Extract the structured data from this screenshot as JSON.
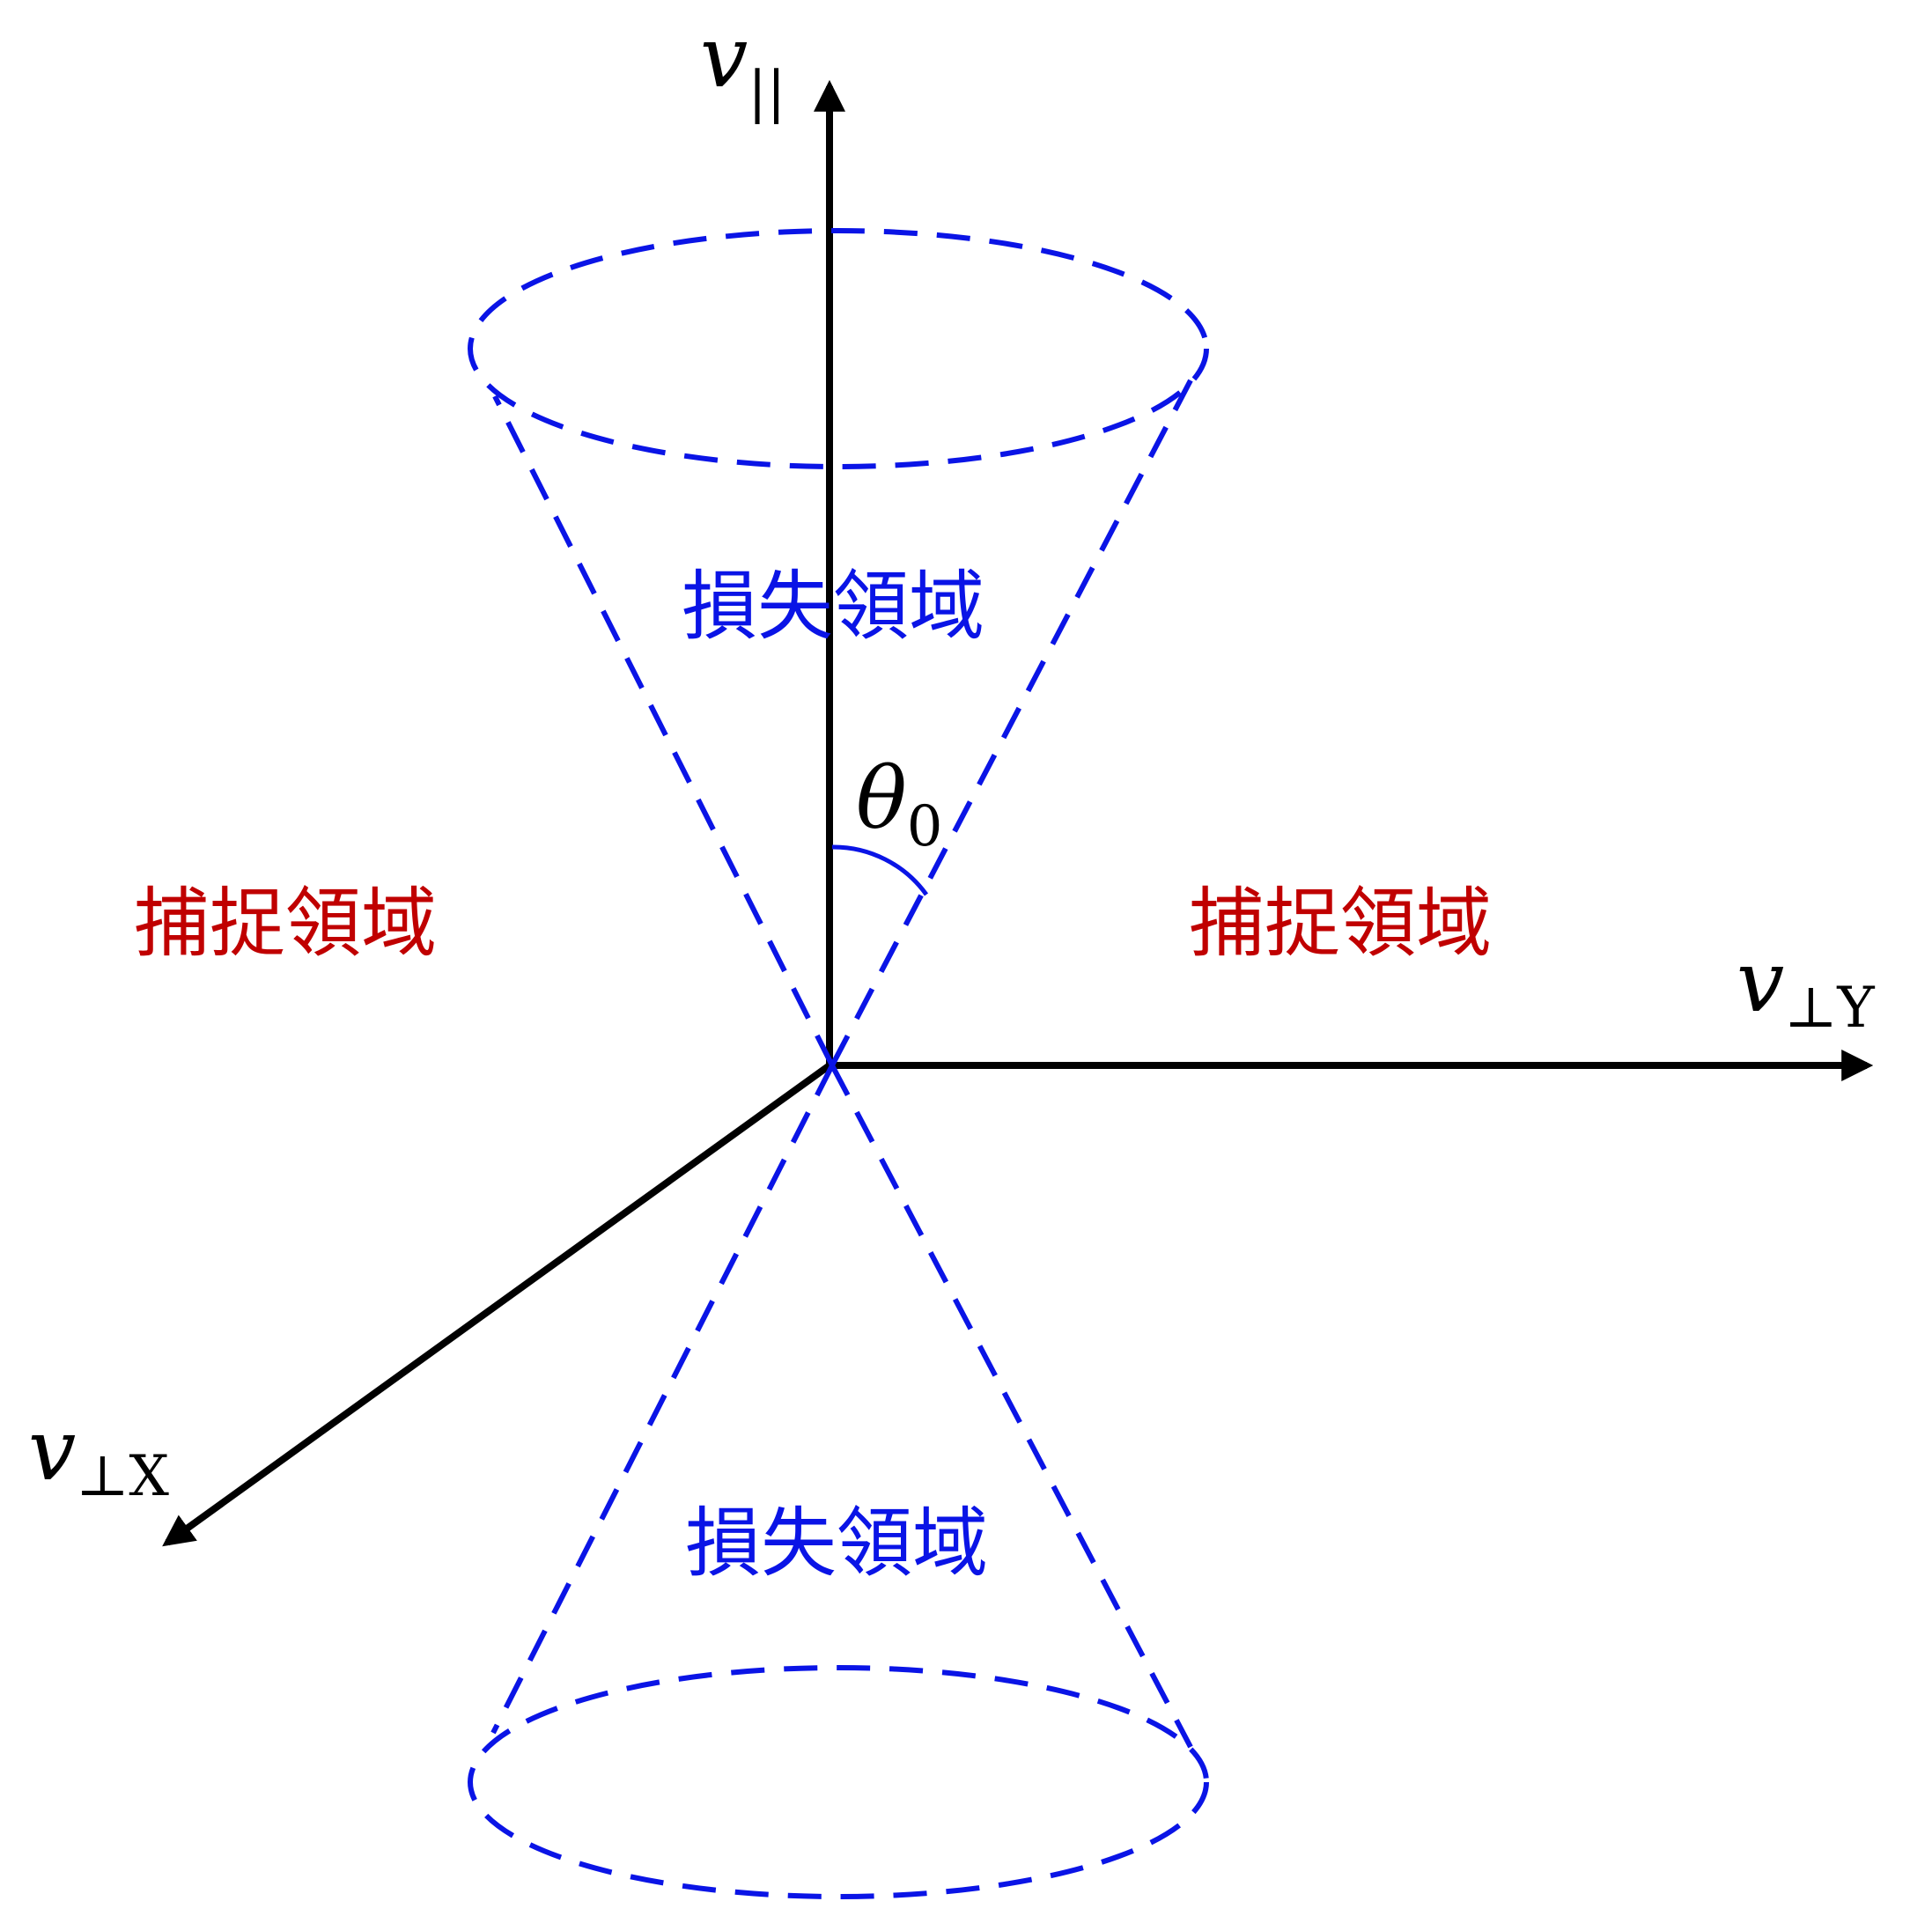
{
  "axes": {
    "v_parallel": {
      "symbol": "v",
      "subscript": "||"
    },
    "v_perp_y": {
      "symbol": "v",
      "subscript": "⊥Y"
    },
    "v_perp_x": {
      "symbol": "v",
      "subscript": "⊥X"
    }
  },
  "angle": {
    "symbol": "θ",
    "subscript": "0"
  },
  "regions": {
    "loss_upper": "損失領域",
    "loss_lower": "損失領域",
    "trapped_left": "捕捉領域",
    "trapped_right": "捕捉領域"
  },
  "colors": {
    "axis": "#000000",
    "loss_cone": "#0a14e6",
    "trapped": "#c00000"
  }
}
